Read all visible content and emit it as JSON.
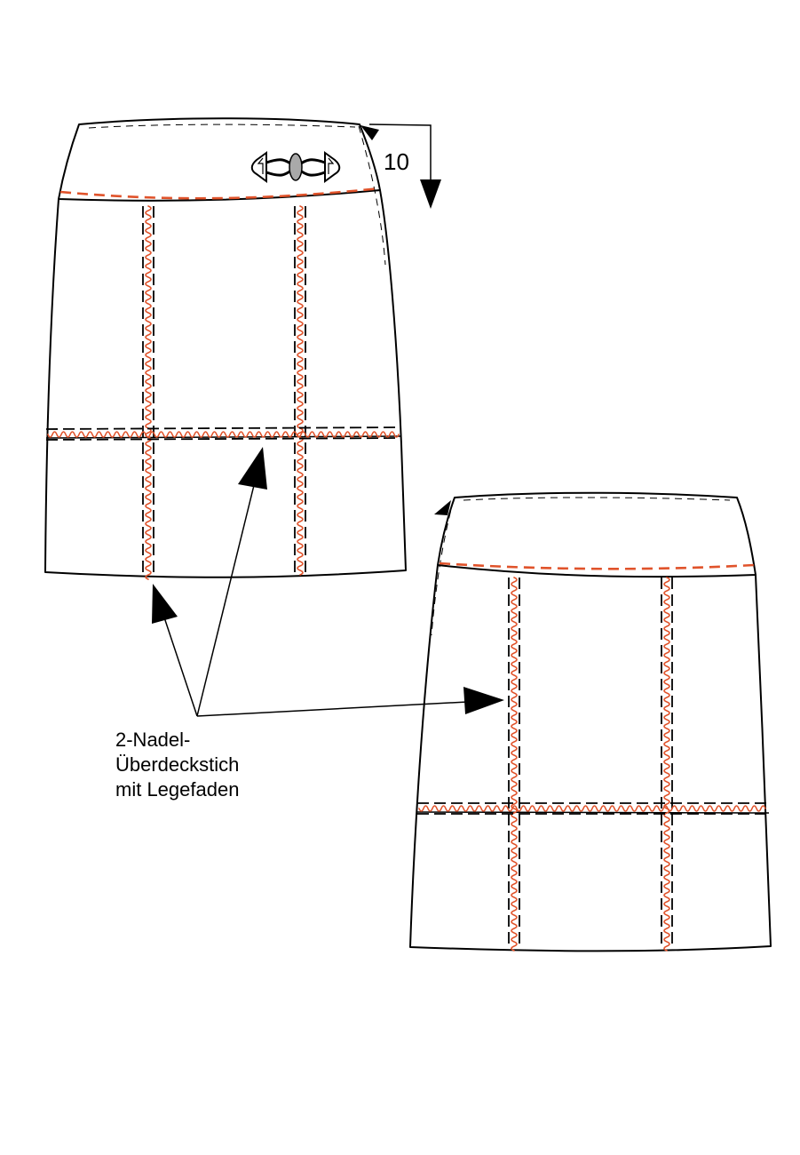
{
  "measurement_label": "10",
  "annotation": {
    "lines": [
      "2-Nadel-",
      "Überdeckstich",
      "mit Legefaden"
    ]
  },
  "colors": {
    "stitch": "#e0532b",
    "line": "#000000",
    "button": "#a9a9a9"
  },
  "icons": {
    "closure": "toggle-buckle-icon"
  }
}
